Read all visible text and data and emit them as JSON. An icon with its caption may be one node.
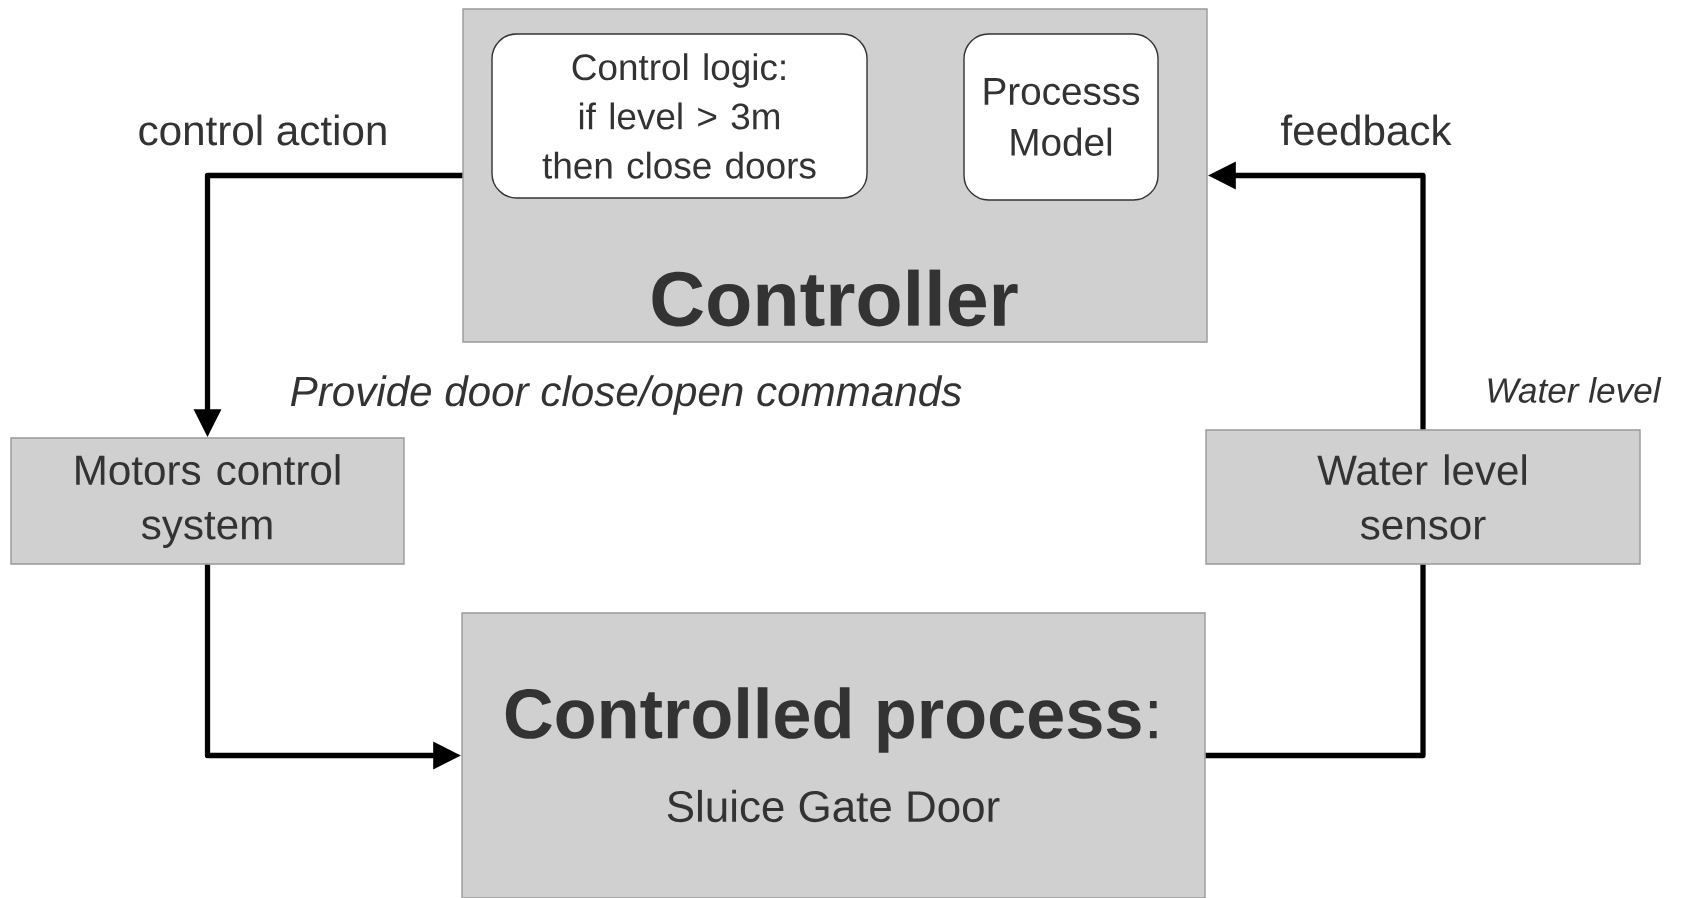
{
  "diagram": {
    "nodes": [
      {
        "text": [
          "Controller"
        ]
      },
      {
        "text": [
          "Control logic: if level > 3m then close doors"
        ],
        "in": 0
      },
      {
        "text": [
          "Processs Model"
        ],
        "in": 0
      },
      {
        "text": [
          "Motors control system"
        ]
      },
      {
        "text": [
          "Water level sensor"
        ],
        "beside": [
          "Water level"
        ]
      },
      {
        "text": [
          "**Controlled process**:",
          "Sluice Gate Door"
        ]
      }
    ],
    "edges": [
      {
        "from": 0,
        "to": 3,
        "arrow": "to",
        "label": "control action"
      },
      {
        "from": 3,
        "to": 5,
        "arrow": "to"
      },
      {
        "from": 5,
        "to": 4,
        "arrow": "none"
      },
      {
        "from": 4,
        "to": 0,
        "arrow": "to",
        "label": "feedback"
      }
    ],
    "labels": [
      "Provide door close/open commands"
    ]
  }
}
